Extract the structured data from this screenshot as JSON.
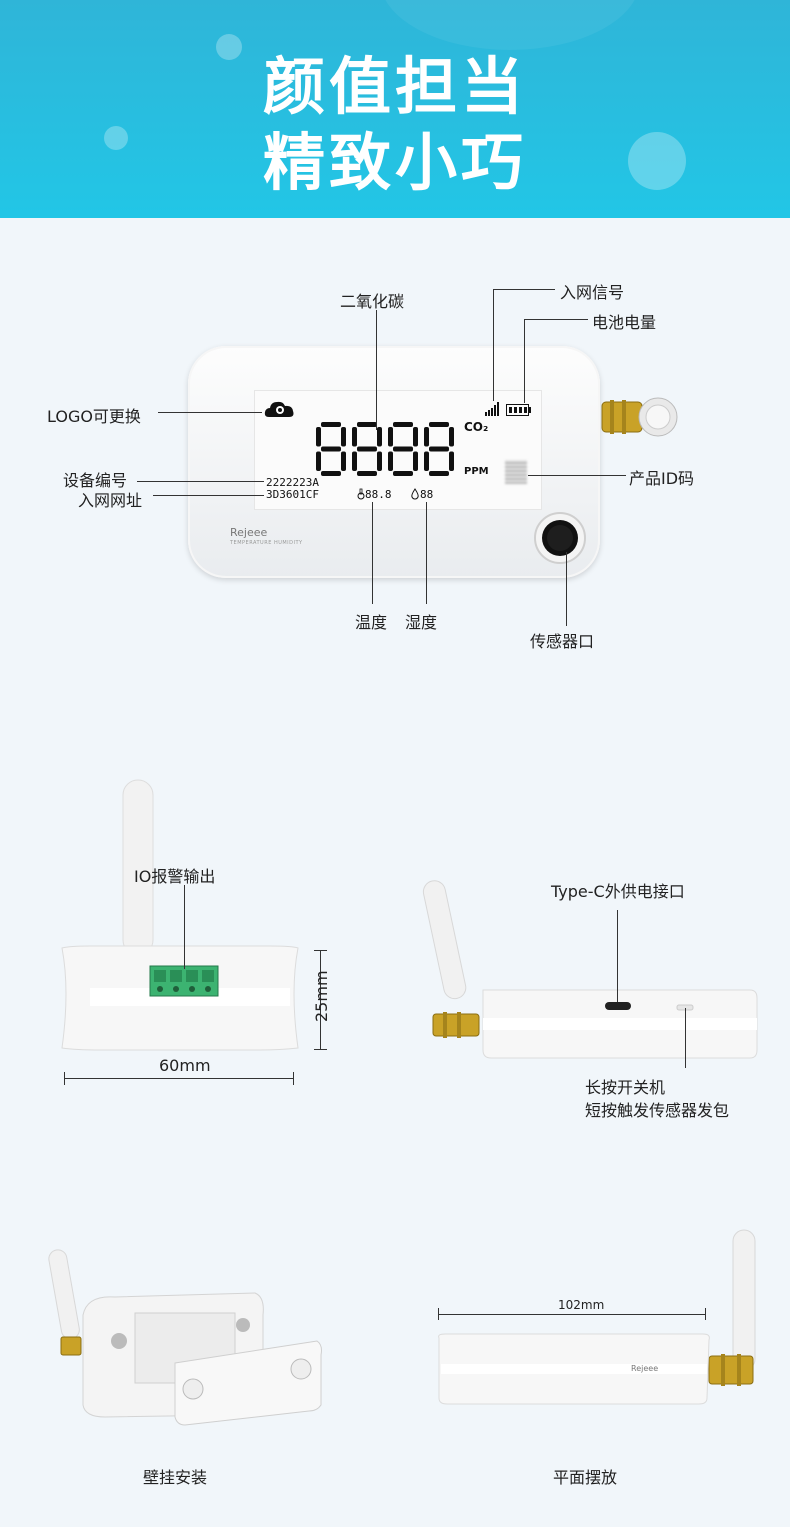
{
  "banner": {
    "title_line1": "颜值担当",
    "title_line2": "精致小巧"
  },
  "front_view": {
    "label_co2": "二氧化碳",
    "label_signal": "入网信号",
    "label_battery": "电池电量",
    "label_logo": "LOGO可更换",
    "label_device_no": "设备编号",
    "label_network_addr": "入网网址",
    "label_product_id": "产品ID码",
    "label_temperature": "温度",
    "label_humidity": "湿度",
    "label_sensor_port": "传感器口",
    "lcd": {
      "digits": "8888",
      "co2_unit": "CO₂",
      "ppm_unit": "PPM",
      "device_no": "2222223A",
      "network_addr": "3D3601CF",
      "temp_value": "88.8",
      "humidity_value": "88"
    },
    "brand": "Rejeee",
    "brand_sub": "TEMPERATURE  HUMIDITY"
  },
  "side_views": {
    "io_alarm_label": "IO报警输出",
    "height_dim": "25mm",
    "width_dim": "60mm",
    "typec_label": "Type-C外供电接口",
    "button_label_1": "长按开关机",
    "button_label_2": "短按触发传感器发包",
    "wall_mount_label": "壁挂安装",
    "flat_label": "平面摆放",
    "length_dim": "102mm",
    "brand_side": "Rejeee"
  },
  "colors": {
    "banner_top": "#2fb5d8",
    "banner_bottom": "#22c6e6",
    "terminal_green": "#3cb371",
    "brass": "#c9a227"
  }
}
